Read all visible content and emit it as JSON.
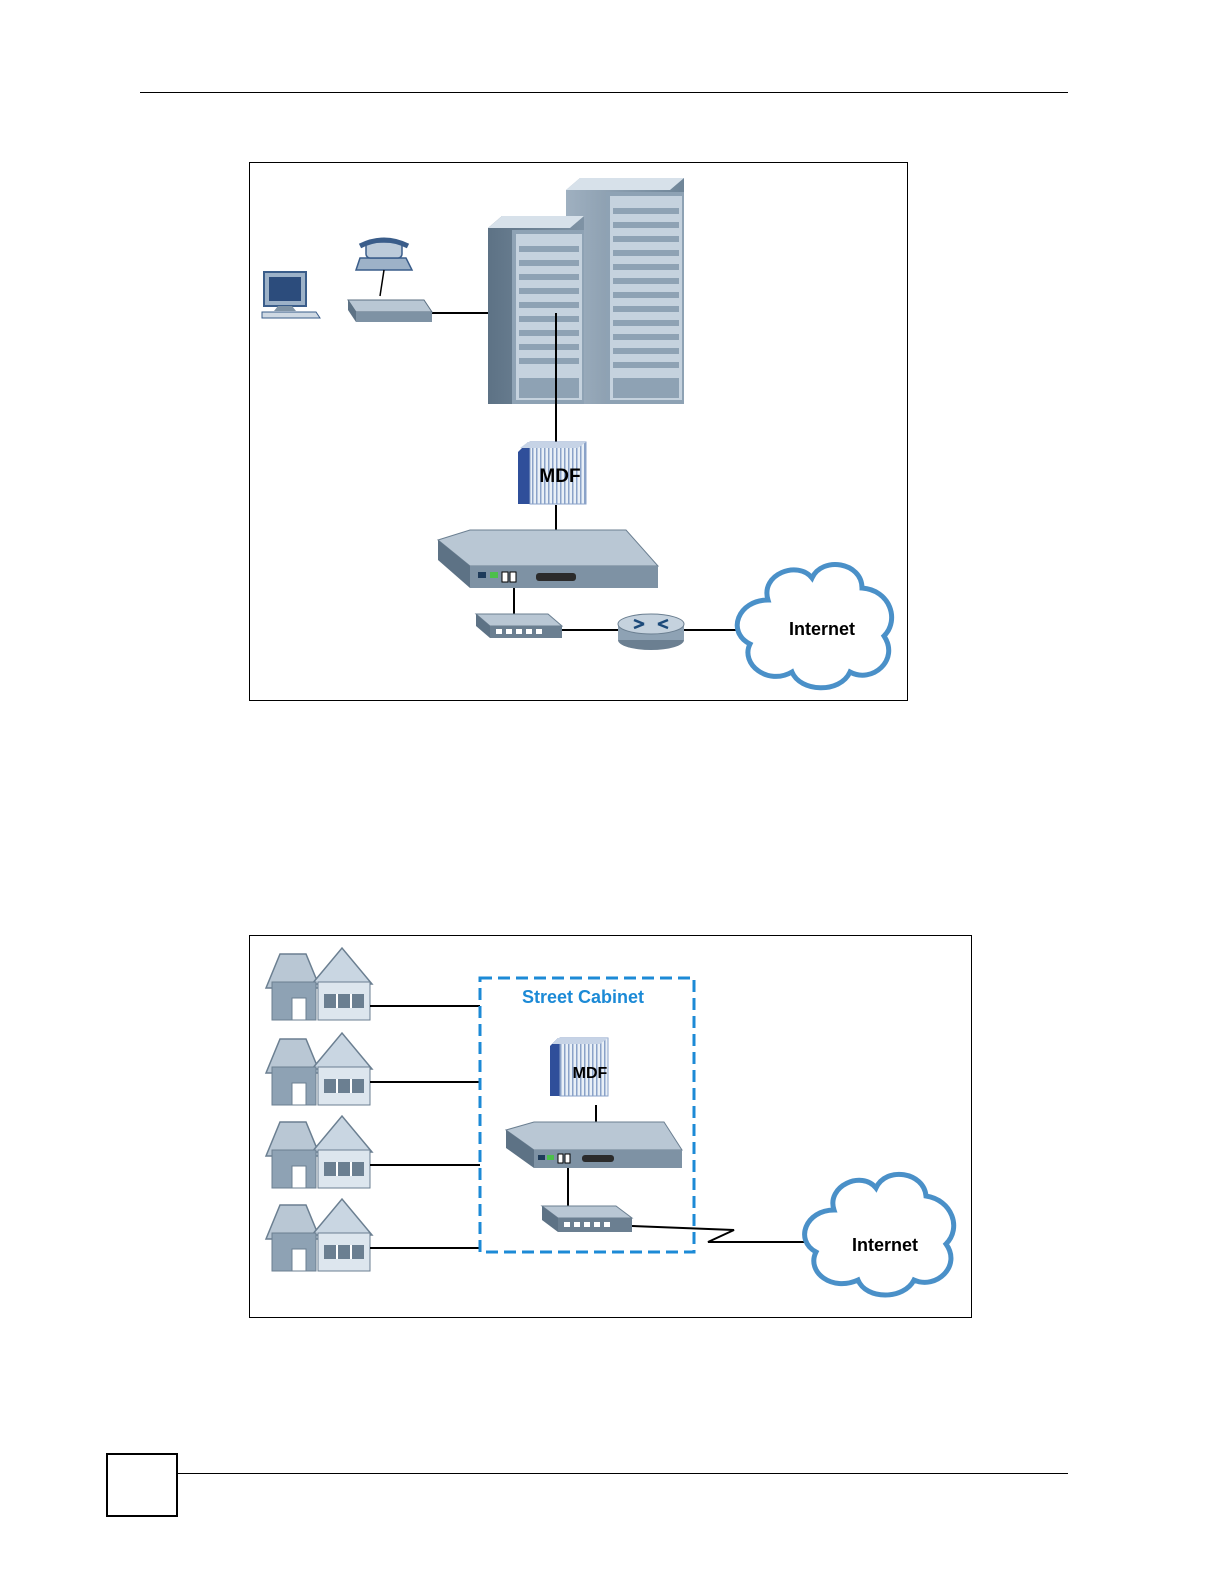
{
  "figure1": {
    "mdf_label": "MDF",
    "internet_label": "Internet"
  },
  "figure2": {
    "cabinet_label": "Street Cabinet",
    "mdf_label": "MDF",
    "internet_label": "Internet"
  },
  "colors": {
    "device_dark": "#6b7f91",
    "device_light": "#b9c7d4",
    "server_stripe": "#c9d6e2",
    "cloud_stroke": "#4a90c8",
    "cabinet_dash": "#1c8ad6",
    "mdf_blue": "#3355aa"
  }
}
